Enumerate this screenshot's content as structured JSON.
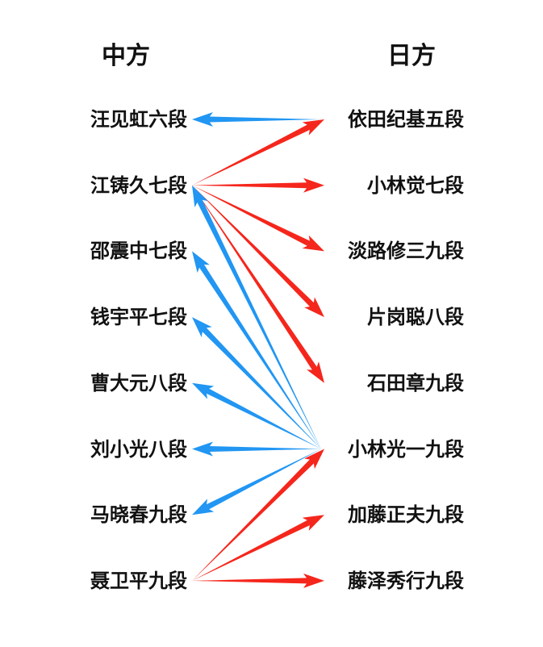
{
  "headers": {
    "china": "中方",
    "japan": "日方"
  },
  "china_players": [
    "汪见虹六段",
    "江铸久七段",
    "邵震中七段",
    "钱宇平七段",
    "曹大元八段",
    "刘小光八段",
    "马晓春九段",
    "聂卫平九段"
  ],
  "japan_players": [
    "依田纪基五段",
    "小林觉七段",
    "淡路修三九段",
    "片岗聪八段",
    "石田章九段",
    "小林光一九段",
    "加藤正夫九段",
    "藤泽秀行九段"
  ],
  "colors": {
    "china_win": "#2196f3",
    "japan_win": "#f5261c"
  },
  "matches": [
    {
      "winner_side": "japan",
      "winner": 0,
      "loser": 0
    },
    {
      "winner_side": "china",
      "winner": 1,
      "loser": 0
    },
    {
      "winner_side": "china",
      "winner": 1,
      "loser": 1
    },
    {
      "winner_side": "china",
      "winner": 1,
      "loser": 2
    },
    {
      "winner_side": "china",
      "winner": 1,
      "loser": 3
    },
    {
      "winner_side": "china",
      "winner": 1,
      "loser": 4
    },
    {
      "winner_side": "japan",
      "winner": 5,
      "loser": 1
    },
    {
      "winner_side": "japan",
      "winner": 5,
      "loser": 2
    },
    {
      "winner_side": "japan",
      "winner": 5,
      "loser": 3
    },
    {
      "winner_side": "japan",
      "winner": 5,
      "loser": 4
    },
    {
      "winner_side": "japan",
      "winner": 5,
      "loser": 5
    },
    {
      "winner_side": "japan",
      "winner": 5,
      "loser": 6
    },
    {
      "winner_side": "china",
      "winner": 7,
      "loser": 5
    },
    {
      "winner_side": "china",
      "winner": 7,
      "loser": 6
    },
    {
      "winner_side": "china",
      "winner": 7,
      "loser": 7
    }
  ]
}
